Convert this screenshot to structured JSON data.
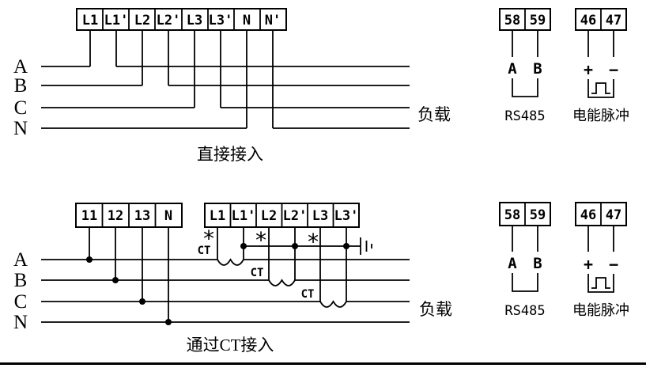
{
  "top_diagram": {
    "terminals": [
      "L1",
      "L1'",
      "L2",
      "L2'",
      "L3",
      "L3'",
      "N",
      "N'"
    ],
    "phases": [
      "A",
      "B",
      "C",
      "N"
    ],
    "load_label": "负载",
    "caption": "直接接入"
  },
  "bottom_diagram": {
    "left_terminals": [
      "11",
      "12",
      "13",
      "N"
    ],
    "right_terminals": [
      "L1",
      "L1'",
      "L2",
      "L2'",
      "L3",
      "L3'"
    ],
    "phases": [
      "A",
      "B",
      "C",
      "N"
    ],
    "ct_labels": [
      "CT",
      "CT",
      "CT"
    ],
    "polarity_marks": [
      "*",
      "*",
      "*"
    ],
    "load_label": "负载",
    "caption": "通过CT接入"
  },
  "rs485": {
    "terminals": [
      "58",
      "59"
    ],
    "wire_labels": [
      "A",
      "B"
    ],
    "caption": "RS485"
  },
  "pulse": {
    "terminals": [
      "46",
      "47"
    ],
    "wire_labels": [
      "+",
      "−"
    ],
    "caption": "电能脉冲"
  },
  "colors": {
    "line": "#000000",
    "background": "#ffffff"
  }
}
